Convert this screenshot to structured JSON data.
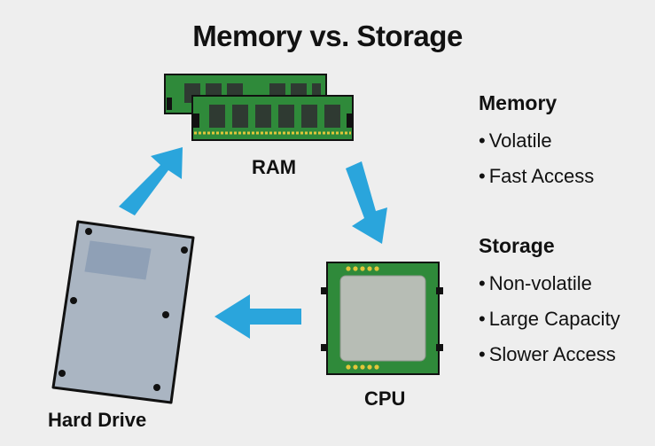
{
  "title": "Memory vs. Storage",
  "components": {
    "ram": "RAM",
    "cpu": "CPU",
    "hard_drive": "Hard Drive"
  },
  "memory": {
    "heading": "Memory",
    "bullets": [
      "Volatile",
      "Fast Access"
    ]
  },
  "storage": {
    "heading": "Storage",
    "bullets": [
      "Non-volatile",
      "Large Capacity",
      "Slower Access"
    ]
  },
  "colors": {
    "background": "#eeeeee",
    "arrow": "#2aa5dc",
    "pcb_green": "#2f8a3a",
    "chip_dark": "#2f3a32",
    "drive_body": "#aab5c2",
    "cpu_die": "#b7bdb5",
    "gold": "#e3c53a"
  }
}
